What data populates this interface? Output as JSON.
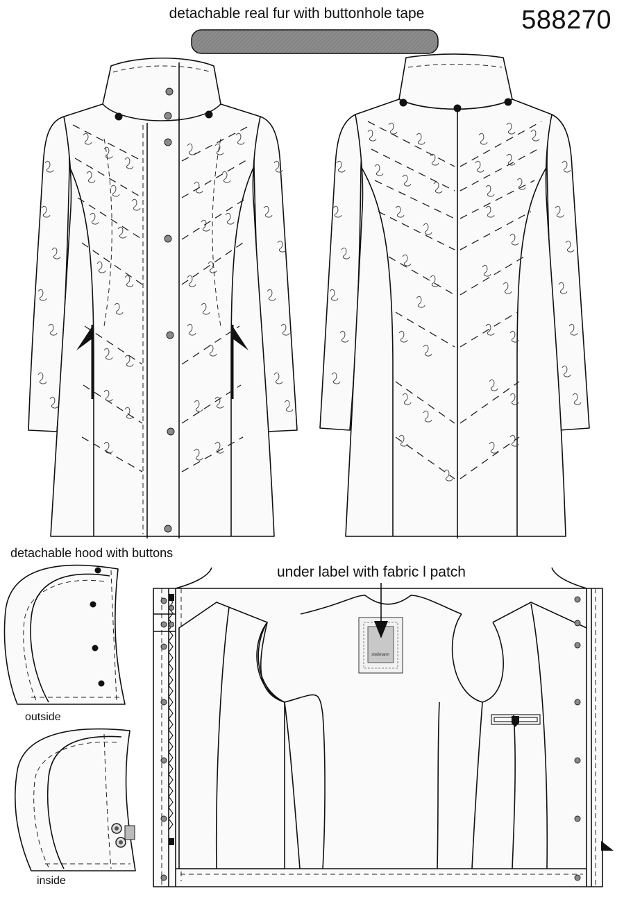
{
  "header": {
    "fur_label": "detachable real fur with buttonhole tape",
    "style_number": "588270"
  },
  "hood": {
    "title": "detachable hood with buttons",
    "outside_label": "outside",
    "inside_label": "inside"
  },
  "lining": {
    "label_annotation": "under label with fabric l patch",
    "label_brand": "steilmann"
  },
  "colors": {
    "outline": "#111111",
    "fur_tape": "#8c8c8c",
    "button": "#8a8a8a",
    "label_patch": "#c8c8c8"
  }
}
